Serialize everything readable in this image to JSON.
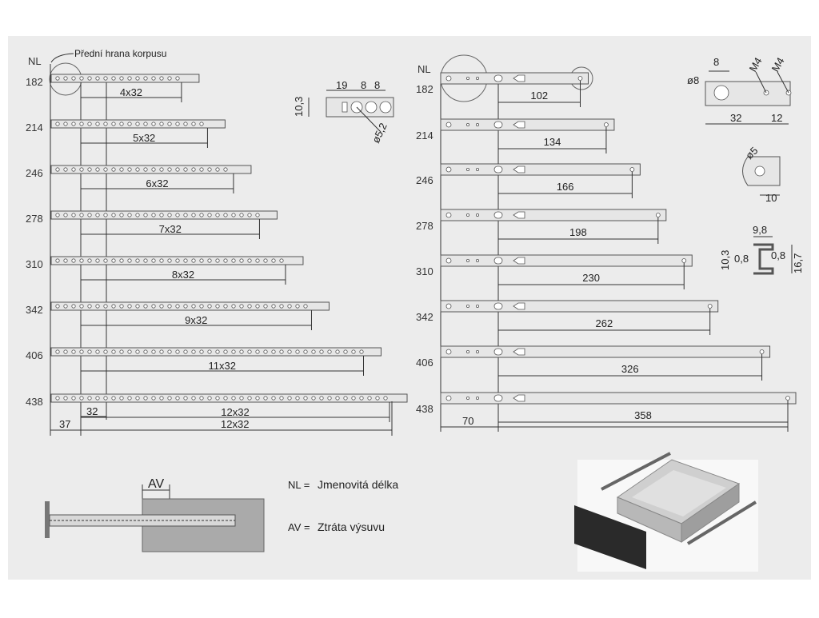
{
  "left_panel": {
    "nl_header": "NL",
    "front_edge_label": "Přední hrana korpusu",
    "rails": [
      {
        "nl": "182",
        "dim": "4x32"
      },
      {
        "nl": "214",
        "dim": "5x32"
      },
      {
        "nl": "246",
        "dim": "6x32"
      },
      {
        "nl": "278",
        "dim": "7x32"
      },
      {
        "nl": "310",
        "dim": "8x32"
      },
      {
        "nl": "342",
        "dim": "9x32"
      },
      {
        "nl": "406",
        "dim": "11x32"
      },
      {
        "nl": "438",
        "dim": "12x32"
      }
    ],
    "bottom_dims": {
      "first": "37",
      "pitch": "32",
      "total": "12x32"
    },
    "detail": {
      "h": "10,3",
      "d1": "19",
      "d2": "8",
      "d3": "8",
      "hole": "ø5,2"
    }
  },
  "right_panel": {
    "nl_header": "NL",
    "rails": [
      {
        "nl": "182",
        "dim": "102"
      },
      {
        "nl": "214",
        "dim": "134"
      },
      {
        "nl": "246",
        "dim": "166"
      },
      {
        "nl": "278",
        "dim": "198"
      },
      {
        "nl": "310",
        "dim": "230"
      },
      {
        "nl": "342",
        "dim": "262"
      },
      {
        "nl": "406",
        "dim": "326"
      },
      {
        "nl": "438",
        "dim": "358"
      }
    ],
    "bottom_dims": {
      "first": "70",
      "total": "358"
    },
    "detail_top": {
      "d8": "8",
      "m4a": "M4",
      "m4b": "M4",
      "dia": "ø8",
      "len": "32",
      "len2": "12"
    },
    "detail_mid": {
      "dia": "ø5",
      "len": "10"
    },
    "detail_profile": {
      "w": "9,8",
      "h1": "10,3",
      "t1": "0,8",
      "t2": "0,8",
      "h2": "16,7"
    }
  },
  "bottom": {
    "av_label": "AV",
    "legend": [
      {
        "key": "NL =",
        "value": "Jmenovitá délka"
      },
      {
        "key": "AV =",
        "value": "Ztráta výsuvu"
      }
    ]
  }
}
